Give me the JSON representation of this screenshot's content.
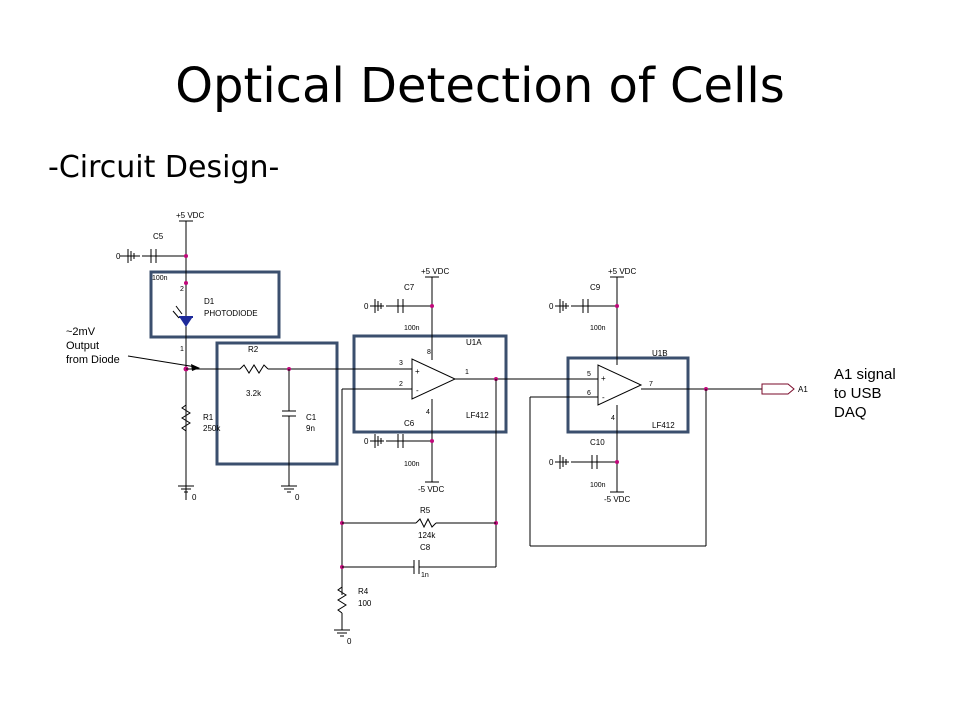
{
  "slide": {
    "title": "Optical Detection of Cells",
    "subtitle": "-Circuit Design-"
  },
  "annotations": {
    "diode_output": [
      "~2mV",
      "Output",
      "from Diode"
    ],
    "daq_signal": [
      "A1 signal",
      "to USB",
      "DAQ"
    ]
  },
  "schematic": {
    "c5": {
      "ref": "C5",
      "val": "100n"
    },
    "c7": {
      "ref": "C7",
      "val": "100n"
    },
    "c6": {
      "ref": "C6",
      "val": "100n"
    },
    "c9": {
      "ref": "C9",
      "val": "100n"
    },
    "c10": {
      "ref": "C10",
      "val": "100n"
    },
    "c1": {
      "ref": "C1",
      "val": "9n"
    },
    "c8": {
      "ref": "C8",
      "val": "1n"
    },
    "d1": {
      "ref": "D1",
      "val": "PHOTODIODE"
    },
    "r1": {
      "ref": "R1",
      "val": "250k"
    },
    "r2": {
      "ref": "R2",
      "val": "3.2k"
    },
    "r5": {
      "ref": "R5",
      "val": "124k"
    },
    "r4": {
      "ref": "R4",
      "val": "100"
    },
    "u1a": {
      "ref": "U1A",
      "val": "LF412"
    },
    "u1b": {
      "ref": "U1B",
      "val": "LF412"
    },
    "vpos": "+5 VDC",
    "vneg": "-5 VDC",
    "gnd": "0",
    "out_label": "A1",
    "pins": {
      "p1": "1",
      "p2": "2",
      "p3": "3",
      "p4": "4",
      "p5": "5",
      "p6": "6",
      "p7": "7",
      "p8": "8",
      "plus": "+",
      "minus": "-"
    }
  },
  "colors": {
    "wire": "#000000",
    "block_outline": "#3b4f6e",
    "node_dot": "#c0087a"
  }
}
